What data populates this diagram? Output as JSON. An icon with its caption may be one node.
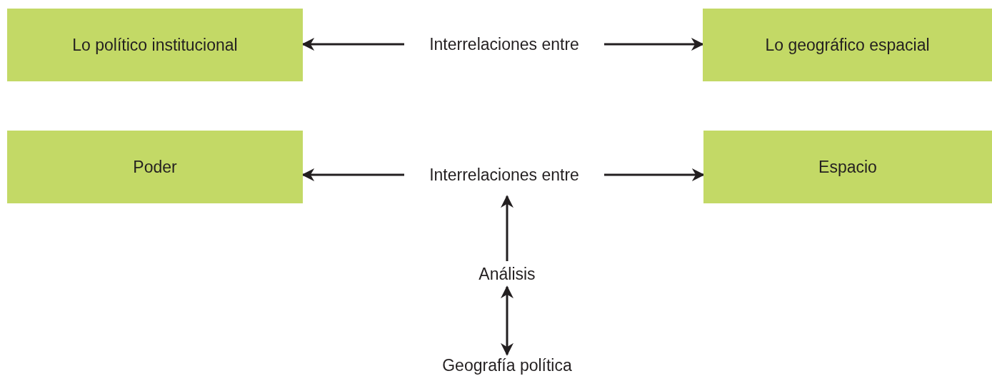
{
  "diagram": {
    "nodes": [
      {
        "text": [
          "Lo político institucional"
        ]
      },
      {
        "text": [
          "Interrelaciones entre"
        ]
      },
      {
        "text": [
          "Lo geográfico espacial"
        ]
      },
      {
        "text": [
          "Poder"
        ]
      },
      {
        "text": [
          "Interrelaciones entre"
        ]
      },
      {
        "text": [
          "Espacio"
        ]
      },
      {
        "text": [
          "Análisis"
        ]
      },
      {
        "text": [
          "Geografía política"
        ]
      }
    ],
    "edges": [
      {
        "from": 1,
        "to": 0,
        "arrow": "to"
      },
      {
        "from": 1,
        "to": 2,
        "arrow": "to"
      },
      {
        "from": 4,
        "to": 3,
        "arrow": "to"
      },
      {
        "from": 4,
        "to": 5,
        "arrow": "to"
      },
      {
        "from": 6,
        "to": 4,
        "arrow": "to"
      },
      {
        "from": 6,
        "to": 7,
        "arrow": "both"
      }
    ]
  }
}
